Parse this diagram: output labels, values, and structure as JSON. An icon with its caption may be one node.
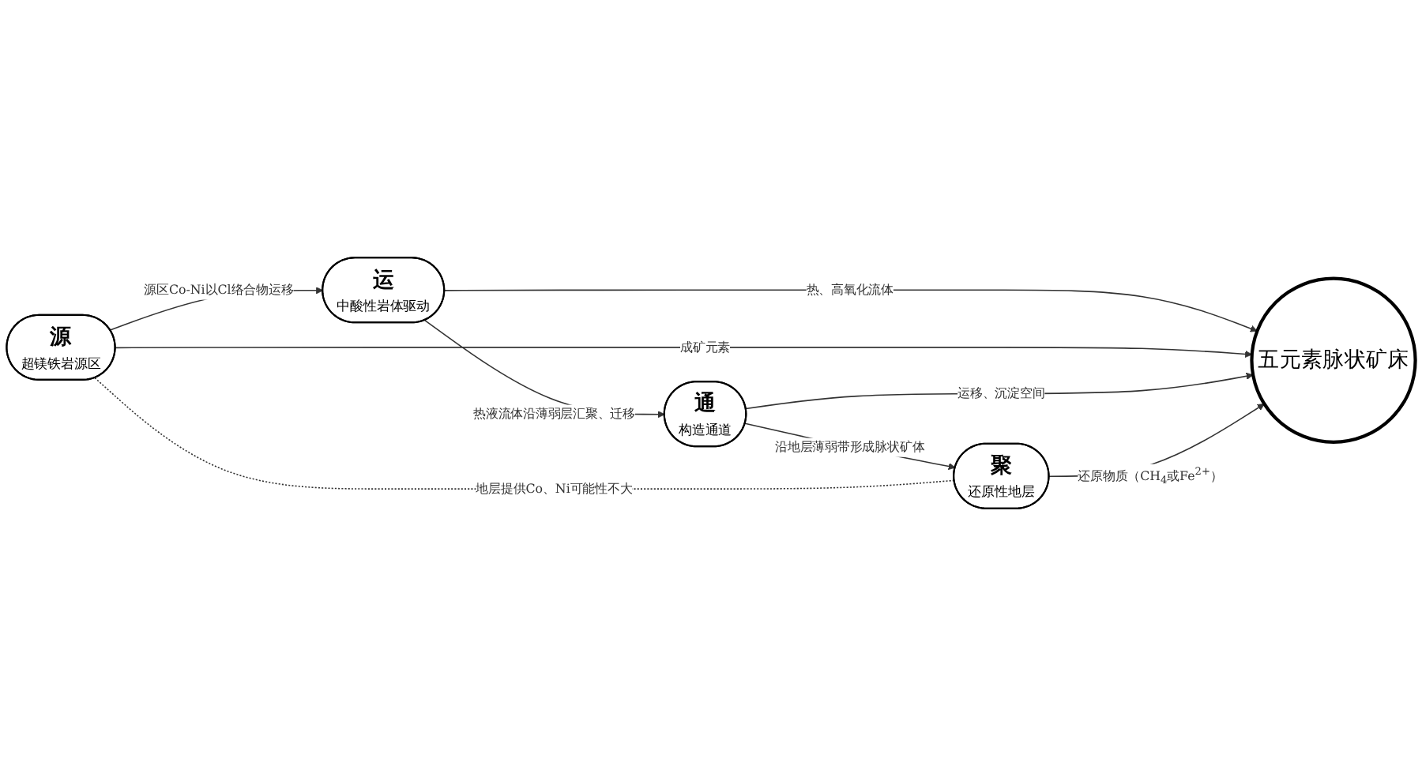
{
  "diagram": {
    "nodes": [
      {
        "text": [
          "运",
          "中酸性岩体驱动"
        ]
      },
      {
        "text": [
          "源",
          "超镁铁岩源区"
        ]
      },
      {
        "text": [
          "五元素脉状矿床"
        ]
      },
      {
        "text": [
          "通",
          "构造通道"
        ]
      },
      {
        "text": [
          "聚",
          "还原性地层"
        ]
      }
    ],
    "edges": [
      {
        "from": 1,
        "to": 0,
        "arrow": "to",
        "label": "源区Co-Ni以Cl络合物运移"
      },
      {
        "from": 0,
        "to": 3,
        "arrow": "to",
        "label": "热液流体沿薄弱层汇聚、迁移"
      },
      {
        "from": 0,
        "to": 2,
        "arrow": "to",
        "label": "热、高氧化流体"
      },
      {
        "from": 1,
        "to": 2,
        "arrow": "to",
        "label": "成矿元素"
      },
      {
        "from": 3,
        "to": 2,
        "arrow": "to",
        "label": "运移、沉淀空间"
      },
      {
        "from": 3,
        "to": 4,
        "arrow": "to",
        "label": "沿地层薄弱带形成脉状矿体"
      },
      {
        "from": 4,
        "to": 2,
        "arrow": "to",
        "label": "还原物质（CH$_{4}$或Fe$^{2+}$）"
      },
      {
        "from": 1,
        "to": 4,
        "arrow": "none",
        "style": "dashed",
        "label": "地层提供Co、Ni可能性不大"
      }
    ]
  }
}
